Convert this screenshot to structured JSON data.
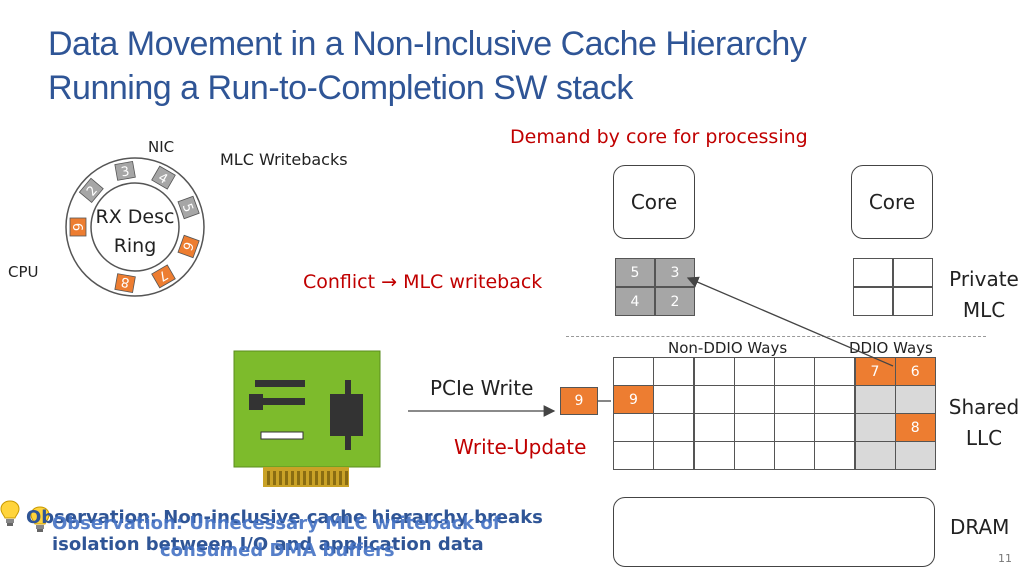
{
  "title": {
    "line1": "Data Movement in a Non-Inclusive Cache Hierarchy",
    "line2": "Running a Run-to-Completion SW stack"
  },
  "ring": {
    "nic_label": "NIC",
    "cpu_label": "CPU",
    "center_line1": "RX Desc",
    "center_line2": "Ring",
    "slots": [
      "9",
      "2",
      "3",
      "4",
      "5",
      "6",
      "7",
      "8"
    ]
  },
  "labels": {
    "mlc_writebacks": "MLC Writebacks",
    "demand": "Demand by core for processing",
    "conflict": "Conflict → MLC writeback",
    "pcie_write": "PCIe Write",
    "write_update": "Write-Update",
    "non_ddio": "Non-DDIO Ways",
    "ddio": "DDIO Ways",
    "private_mlc_1": "Private",
    "private_mlc_2": "MLC",
    "shared_llc_1": "Shared",
    "shared_llc_2": "LLC",
    "dram": "DRAM",
    "page_number": "11"
  },
  "cores": [
    "Core",
    "Core"
  ],
  "mlc_cells": [
    "5",
    "3",
    "4",
    "2"
  ],
  "incoming_packet": "9",
  "llc_cells": {
    "r0c6": "7",
    "r0c7": "6",
    "r1c0": "9",
    "r2c7": "8"
  },
  "observations": {
    "a_line1": "Observation: Non-inclusive cache hierarchy breaks",
    "a_line2": "isolation between I/O and application data",
    "b_line1": "Observation: Unnecessary MLC writeback of",
    "b_line2": "consumed DMA buffers"
  },
  "colors": {
    "accent_orange": "#ed7d31",
    "gray_cell": "#a6a6a6",
    "title_blue": "#2f5596",
    "alert_red": "#c00000",
    "nic_green": "#7dbb2c"
  },
  "icons": {
    "nic_card": "nic-card-icon",
    "bulb": "lightbulb-icon"
  }
}
